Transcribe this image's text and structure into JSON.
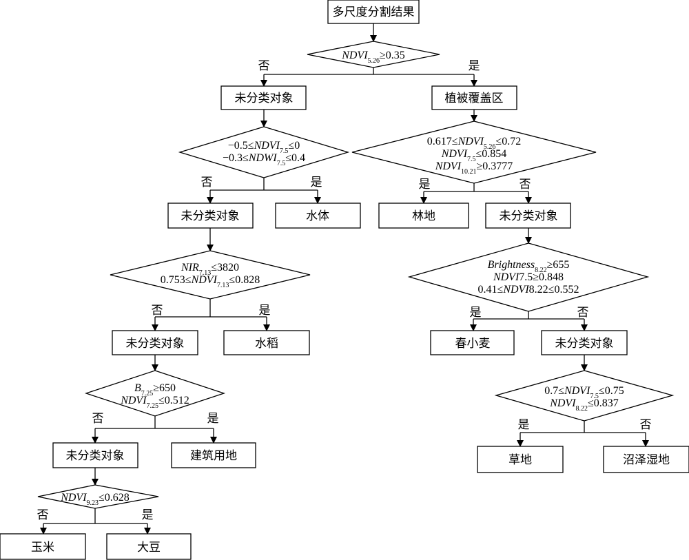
{
  "nodes": {
    "root": "多尺度分割结果",
    "unclassified": "未分类对象",
    "veg": "植被覆盖区",
    "water": "水体",
    "forest": "林地",
    "rice": "水稻",
    "spring_wheat": "春小麦",
    "built": "建筑用地",
    "grass": "草地",
    "wetland": "沼泽湿地",
    "corn": "玉米",
    "soybean": "大豆"
  },
  "branch": {
    "yes": "是",
    "no": "否"
  },
  "conditions": {
    "c1": [
      [
        {
          "t": "NDVI",
          "i": true
        },
        {
          "t": "5.26",
          "s": true
        },
        {
          "t": "≥0.35"
        }
      ]
    ],
    "c2": [
      [
        {
          "t": "−0.5≤"
        },
        {
          "t": "NDVI",
          "i": true
        },
        {
          "t": "7.5",
          "s": true
        },
        {
          "t": "≤0"
        }
      ],
      [
        {
          "t": "−0.3≤"
        },
        {
          "t": "NDWI",
          "i": true
        },
        {
          "t": "7.5",
          "s": true
        },
        {
          "t": "≤0.4"
        }
      ]
    ],
    "c3": [
      [
        {
          "t": "0.617≤"
        },
        {
          "t": "NDVI",
          "i": true
        },
        {
          "t": "5.26",
          "s": true
        },
        {
          "t": "≤0.72"
        }
      ],
      [
        {
          "t": "NDVI",
          "i": true
        },
        {
          "t": "7.5",
          "s": true
        },
        {
          "t": "≤0.854"
        }
      ],
      [
        {
          "t": "NDVI",
          "i": true
        },
        {
          "t": "10.21",
          "s": true
        },
        {
          "t": "≥0.3777"
        }
      ]
    ],
    "c4": [
      [
        {
          "t": "NIR",
          "i": true
        },
        {
          "t": "7.13",
          "s": true
        },
        {
          "t": "≤3820"
        }
      ],
      [
        {
          "t": "0.753≤"
        },
        {
          "t": "NDVI",
          "i": true
        },
        {
          "t": "7.13",
          "s": true
        },
        {
          "t": "≤0.828"
        }
      ]
    ],
    "c5": [
      [
        {
          "t": "Brightness",
          "i": true
        },
        {
          "t": "8.22",
          "s": true
        },
        {
          "t": "≥655"
        }
      ],
      [
        {
          "t": "NDVI",
          "i": true
        },
        {
          "t": "7.5≥0.848"
        }
      ],
      [
        {
          "t": "0.41≤"
        },
        {
          "t": "NDVI",
          "i": true
        },
        {
          "t": "8.22≤0.552"
        }
      ]
    ],
    "c6": [
      [
        {
          "t": "B",
          "i": true
        },
        {
          "t": "7.25",
          "s": true
        },
        {
          "t": "≥650"
        }
      ],
      [
        {
          "t": "NDVI",
          "i": true
        },
        {
          "t": "7.25",
          "s": true
        },
        {
          "t": "≤0.512"
        }
      ]
    ],
    "c7": [
      [
        {
          "t": "0.7≤"
        },
        {
          "t": "NDVI",
          "i": true
        },
        {
          "t": "7.5",
          "s": true
        },
        {
          "t": "≤0.75"
        }
      ],
      [
        {
          "t": "NDVI",
          "i": true
        },
        {
          "t": "8.22",
          "s": true
        },
        {
          "t": "≤0.837"
        }
      ]
    ],
    "c8": [
      [
        {
          "t": "NDVI",
          "i": true
        },
        {
          "t": "9.23",
          "s": true
        },
        {
          "t": "≤0.628"
        }
      ]
    ]
  }
}
